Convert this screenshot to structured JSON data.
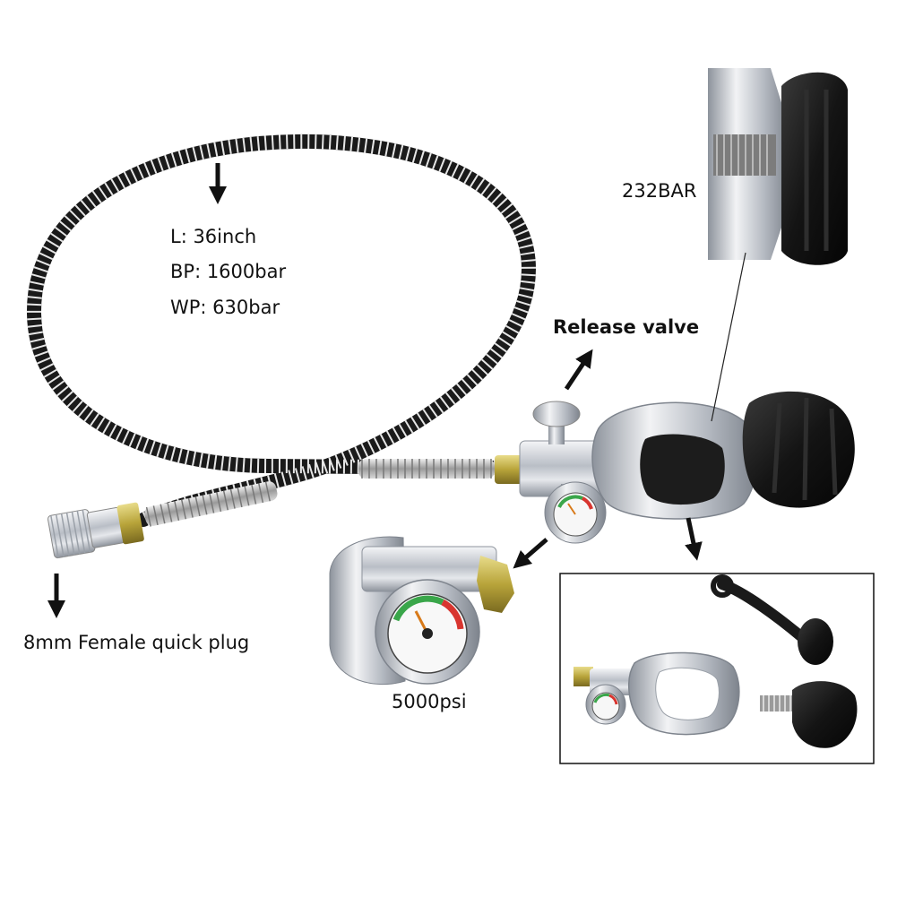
{
  "labels": {
    "hose_length": "L: 36inch",
    "burst_pressure": "BP: 1600bar",
    "working_pressure": "WP: 630bar",
    "release_valve": "Release valve",
    "bar_rating": "232BAR",
    "quick_plug": "8mm Female quick plug",
    "gauge_rating": "5000psi"
  },
  "icons": {
    "arrow": "arrow-icon",
    "gauge": "pressure-gauge-icon"
  },
  "colors": {
    "text": "#111111",
    "hose": "#1a1a1a",
    "chrome": "#c8ccd2",
    "knob": "#151515",
    "brass": "#b8a43a",
    "gauge_green": "#3aa64a",
    "gauge_red": "#d8352f"
  }
}
